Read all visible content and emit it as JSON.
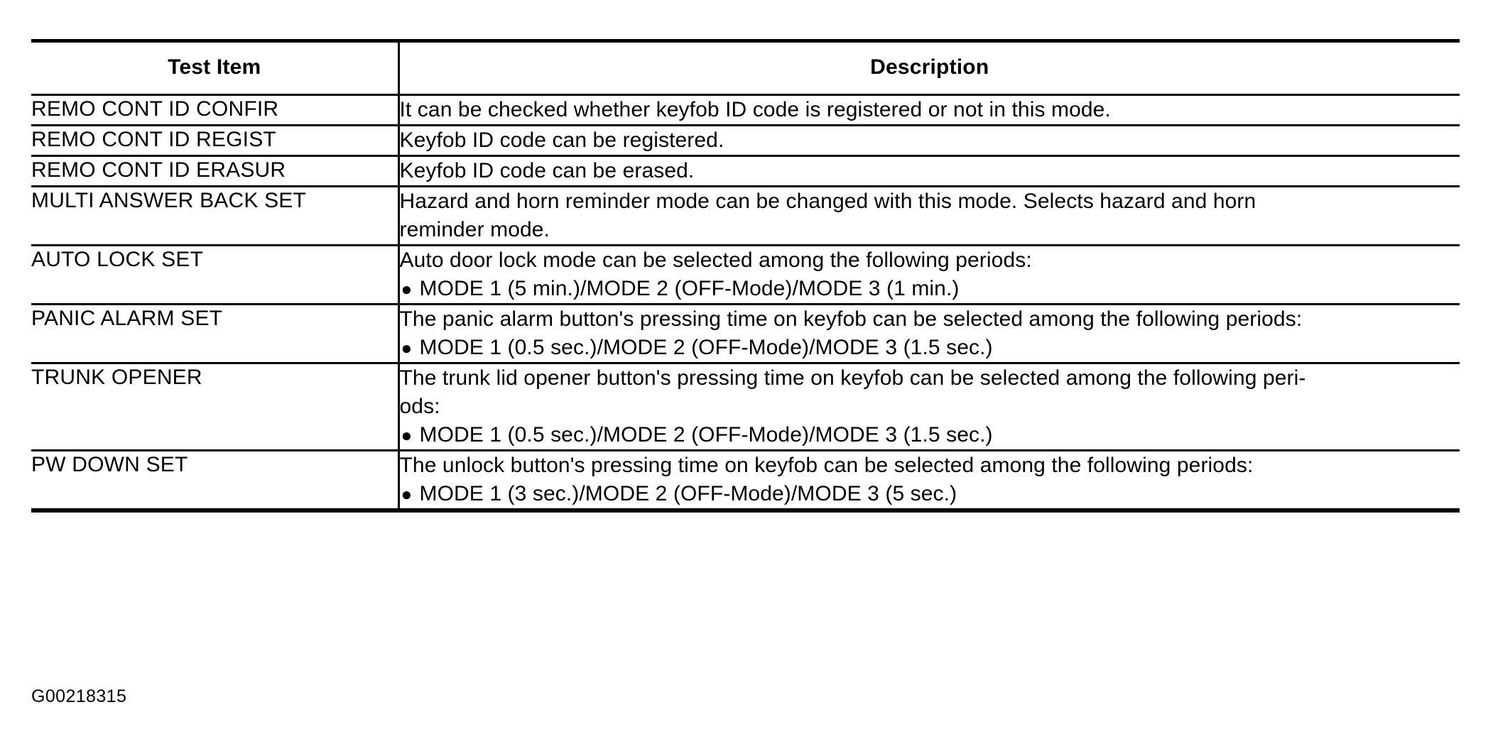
{
  "table": {
    "columns": [
      {
        "key": "test_item",
        "header": "Test Item"
      },
      {
        "key": "description",
        "header": "Description"
      }
    ],
    "rows": [
      {
        "test_item": "REMO CONT ID CONFIR",
        "description_lines": [
          "It can be checked whether keyfob ID code is registered or not in this mode."
        ],
        "bullets": []
      },
      {
        "test_item": "REMO CONT ID REGIST",
        "description_lines": [
          "Keyfob ID code can be registered."
        ],
        "bullets": []
      },
      {
        "test_item": "REMO CONT ID ERASUR",
        "description_lines": [
          "Keyfob ID code can be erased."
        ],
        "bullets": []
      },
      {
        "test_item": "MULTI ANSWER BACK SET",
        "description_lines": [
          "Hazard and horn reminder mode can be changed with this mode. Selects hazard and horn",
          "reminder mode."
        ],
        "bullets": []
      },
      {
        "test_item": "AUTO LOCK SET",
        "description_lines": [
          "Auto door lock mode can be selected among the following periods:"
        ],
        "bullets": [
          "MODE 1 (5 min.)/MODE 2 (OFF-Mode)/MODE 3 (1 min.)"
        ]
      },
      {
        "test_item": "PANIC ALARM SET",
        "description_lines": [
          "The panic alarm button's pressing time on keyfob can be selected among the following periods:"
        ],
        "bullets": [
          "MODE 1 (0.5 sec.)/MODE 2 (OFF-Mode)/MODE 3 (1.5 sec.)"
        ]
      },
      {
        "test_item": "TRUNK OPENER",
        "description_lines": [
          "The trunk lid opener button's pressing time on keyfob can be selected among the following peri-",
          "ods:"
        ],
        "bullets": [
          "MODE 1 (0.5 sec.)/MODE 2 (OFF-Mode)/MODE 3 (1.5 sec.)"
        ]
      },
      {
        "test_item": "PW DOWN SET",
        "description_lines": [
          "The unlock button's pressing time on keyfob can be selected among the following periods:"
        ],
        "bullets": [
          "MODE 1 (3 sec.)/MODE 2 (OFF-Mode)/MODE 3 (5 sec.)"
        ]
      }
    ]
  },
  "bullet_glyph": "●",
  "figure_code": "G00218315",
  "colors": {
    "ink": "#000000",
    "paper": "#ffffff"
  }
}
